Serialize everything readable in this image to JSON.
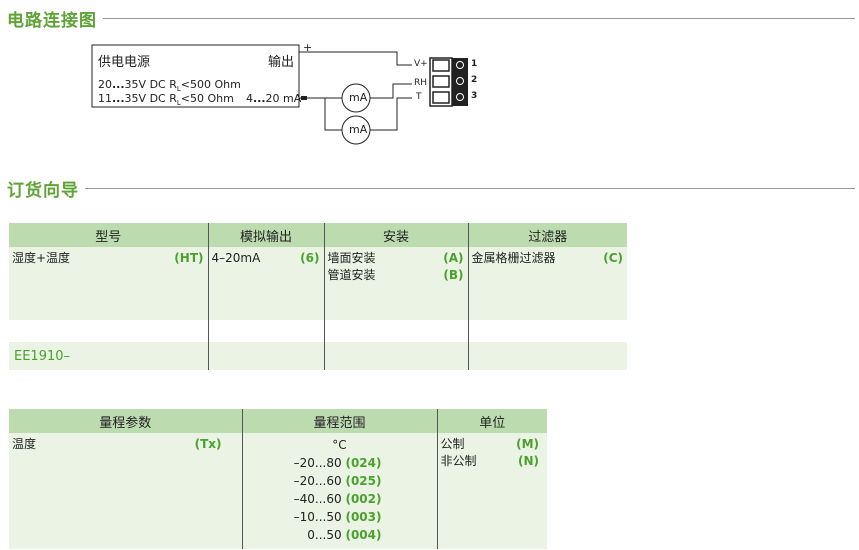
{
  "sections": {
    "circuit_title": "电路连接图",
    "order_title": "订货向导"
  },
  "circuit": {
    "supply_label": "供电电源",
    "output_label": "输出",
    "line1_a": "20",
    "line1_dots": "...",
    "line1_b": "35V  DC  R",
    "line1_sub": "L",
    "line1_c": "<500 Ohm",
    "line2_a": "11",
    "line2_dots": "...",
    "line2_b": "35V  DC  R",
    "line2_sub": "L",
    "line2_c": "<50 Ohm",
    "line2_out_a": "4",
    "line2_out_dots": "...",
    "line2_out_b": "20 mA",
    "plus": "+",
    "minus": "–",
    "meter": "mA",
    "terminals": [
      "V+",
      "RH",
      "T"
    ],
    "terminal_numbers": [
      "1",
      "2",
      "3"
    ]
  },
  "order_table": {
    "headers": [
      "型号",
      "模拟输出",
      "安装",
      "过滤器"
    ],
    "model_name": "湿度+温度",
    "model_code": "(HT)",
    "output_name": "4–20mA",
    "output_code": "(6)",
    "mount": [
      {
        "name": "墙面安装",
        "code": "(A)"
      },
      {
        "name": "管道安装",
        "code": "(B)"
      }
    ],
    "filter_name": "金属格栅过滤器",
    "filter_code": "(C)",
    "order_code": "EE1910–"
  },
  "range_table": {
    "headers": [
      "量程参数",
      "量程范围",
      "单位"
    ],
    "param_name": "温度",
    "param_code": "(Tx)",
    "range_unit": "°C",
    "ranges": [
      {
        "range": "–20...80",
        "code": "(024)"
      },
      {
        "range": "–20...60",
        "code": "(025)"
      },
      {
        "range": "–40...60",
        "code": "(002)"
      },
      {
        "range": "–10...50",
        "code": "(003)"
      },
      {
        "range": "0...50",
        "code": "(004)"
      }
    ],
    "units": [
      {
        "name": "公制",
        "code": "(M)"
      },
      {
        "name": "非公制",
        "code": "(N)"
      }
    ]
  },
  "colors": {
    "accent": "#5fa336",
    "header_bg": "#bcdcb0",
    "band_bg": "#eaf3e4"
  }
}
